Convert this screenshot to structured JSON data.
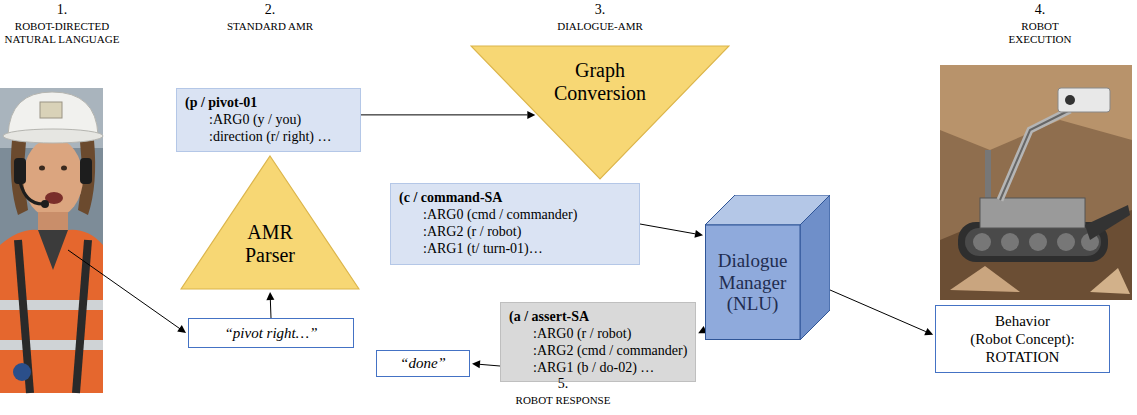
{
  "diagram": {
    "nodes": [
      {
        "text": [
          "AMR Parser"
        ]
      },
      {
        "text": [
          "“pivot right…”"
        ]
      },
      {
        "text": [
          "(p / pivot-01",
          ":ARG0 (y / you)",
          ":direction (r/ right) …"
        ]
      },
      {
        "text": [
          "Graph Conversion"
        ]
      },
      {
        "text": [
          "(c / command-SA",
          ":ARG0 (cmd / commander)",
          ":ARG2 (r / robot)",
          ":ARG1 (t/ turn-01)…"
        ]
      },
      {
        "text": [
          "Dialogue Manager (NLU)"
        ]
      },
      {
        "text": [
          "(a / assert-SA",
          ":ARG0 (r / robot)",
          ":ARG2 (cmd / commander)",
          ":ARG1 (b / do-02) …"
        ]
      },
      {
        "text": [
          "Behavior",
          "(Robot Concept): ROTATION"
        ]
      },
      {
        "text": [
          "“done”"
        ]
      }
    ],
    "edges": [
      {
        "from": 1,
        "to": 0,
        "arrow": "to"
      },
      {
        "from": 2,
        "to": 3,
        "arrow": "to"
      },
      {
        "from": 4,
        "to": 5,
        "arrow": "to"
      },
      {
        "from": 5,
        "to": 7,
        "arrow": "to"
      },
      {
        "from": 5,
        "to": 6,
        "arrow": "to"
      },
      {
        "from": 6,
        "to": 8,
        "arrow": "to"
      }
    ],
    "labels": [
      "1.",
      "ROBOT-DIRECTED NATURAL LANGUAGE",
      "2.",
      "STANDARD AMR",
      "3.",
      "DIALOGUE-AMR",
      "4.",
      "ROBOT EXECUTION",
      "5.",
      "ROBOT RESPONSE"
    ]
  }
}
